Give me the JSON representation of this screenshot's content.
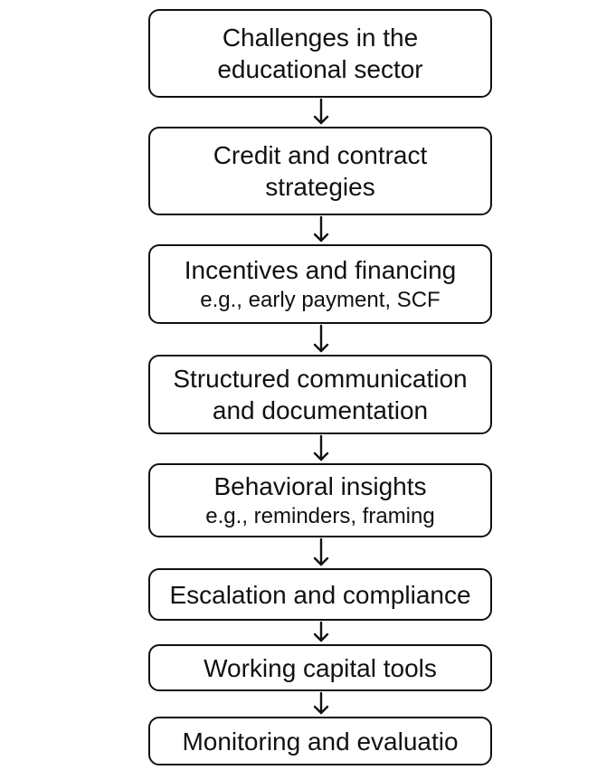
{
  "steps": [
    {
      "lines": [
        "Challenges in the",
        "educational sector"
      ]
    },
    {
      "lines": [
        "Credit and contract",
        "strategies"
      ]
    },
    {
      "lines": [
        "Incentives and financing"
      ],
      "sub": "e.g., early payment, SCF"
    },
    {
      "lines": [
        "Structured communication",
        "and documentation"
      ]
    },
    {
      "lines": [
        "Behavioral insights"
      ],
      "sub": "e.g., reminders, framing"
    },
    {
      "lines": [
        "Escalation and compliance"
      ]
    },
    {
      "lines": [
        "Working capital tools"
      ]
    },
    {
      "lines": [
        "Monitoring and evaluatio"
      ]
    }
  ],
  "colors": {
    "stroke": "#111111",
    "background": "#ffffff"
  }
}
